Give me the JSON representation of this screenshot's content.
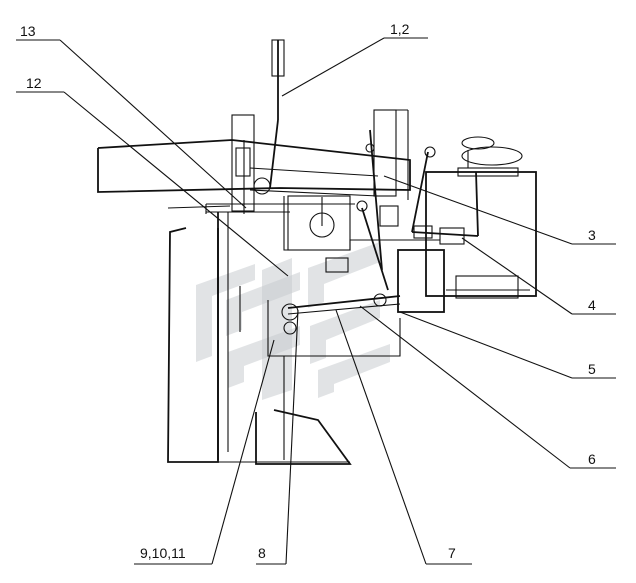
{
  "callouts": [
    {
      "id": "c13",
      "text": "13"
    },
    {
      "id": "c12",
      "text": "12"
    },
    {
      "id": "c12b",
      "text": "1,2"
    },
    {
      "id": "c3",
      "text": "3"
    },
    {
      "id": "c4",
      "text": "4"
    },
    {
      "id": "c5",
      "text": "5"
    },
    {
      "id": "c6",
      "text": "6"
    },
    {
      "id": "c7",
      "text": "7"
    },
    {
      "id": "c8",
      "text": "8"
    },
    {
      "id": "c91011",
      "text": "9,10,11"
    }
  ]
}
